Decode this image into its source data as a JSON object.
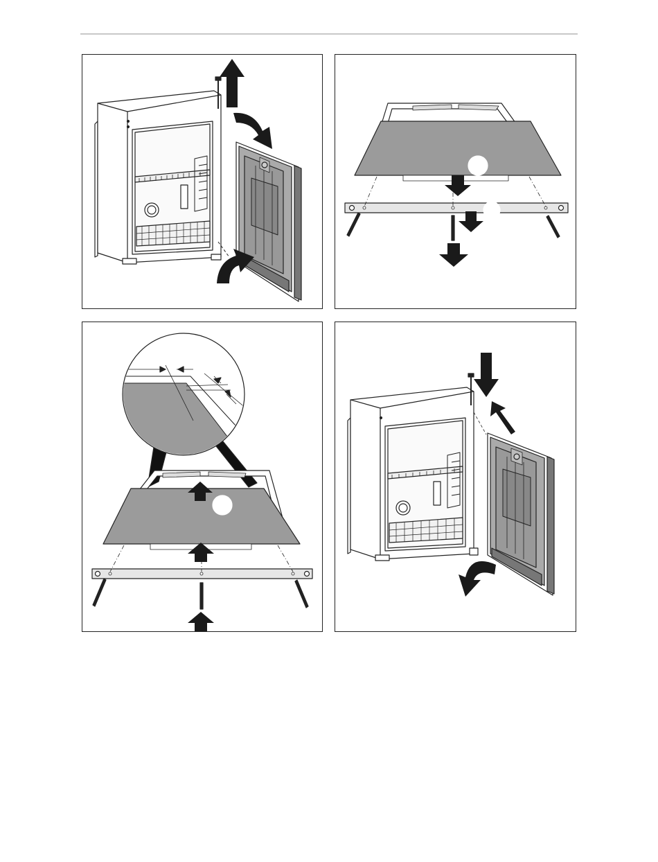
{
  "page": {
    "colors": {
      "frame": "#222222",
      "rule": "#c8c8c8",
      "gray_panel": "#9b9b9b",
      "arrow": "#1a1a1a"
    }
  },
  "figures": [
    {
      "icon": "refrigerator-door-removal-illustration"
    },
    {
      "icon": "door-panel-removal-illustration"
    },
    {
      "icon": "door-panel-installation-detail-illustration"
    },
    {
      "icon": "refrigerator-door-mounting-illustration"
    }
  ]
}
